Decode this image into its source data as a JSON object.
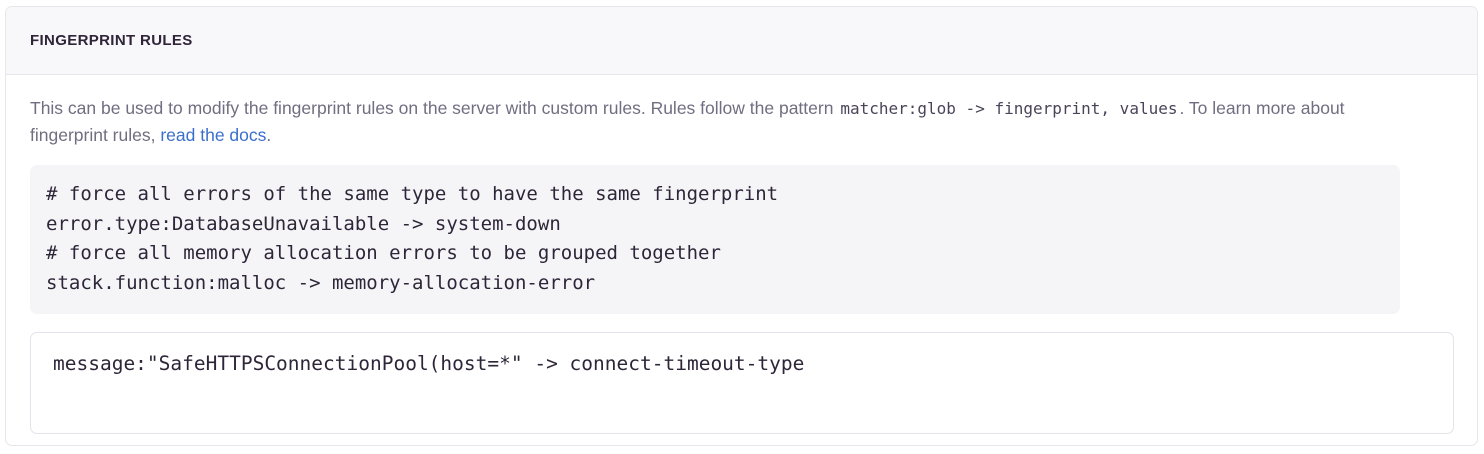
{
  "panel": {
    "title": "FINGERPRINT RULES",
    "description": {
      "before_code": "This can be used to modify the fingerprint rules on the server with custom rules. Rules follow the pattern",
      "inline_code": "matcher:glob -> fingerprint, values",
      "after_code": ". To learn more about fingerprint rules,",
      "link_text": "read the docs",
      "trailing": "."
    },
    "example_code": "# force all errors of the same type to have the same fingerprint\nerror.type:DatabaseUnavailable -> system-down\n# force all memory allocation errors to be grouped together\nstack.function:malloc -> memory-allocation-error",
    "input": {
      "value": "message:\"SafeHTTPSConnectionPool(host=*\" -> connect-timeout-type",
      "placeholder": "matcher:glob -> fingerprint, values"
    }
  },
  "colors": {
    "link": "#3b6ecd",
    "header_bg": "#f8f8fa",
    "code_bg": "#f5f5f8",
    "border": "#e7e6ec",
    "title_text": "#2f2438",
    "body_text": "#706e80",
    "code_text": "#2e2638"
  }
}
